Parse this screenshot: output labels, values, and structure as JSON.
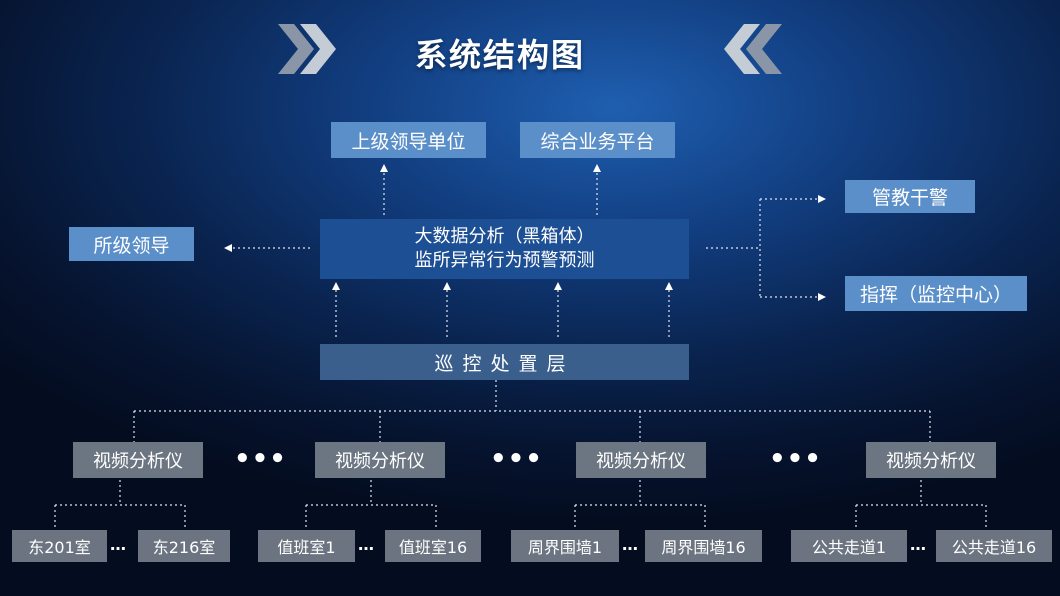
{
  "title": "系统结构图",
  "colors": {
    "bg_center": "#1f5fb0",
    "bg_edge": "#040c1f",
    "top_box": "#5b8fc9",
    "core_box": "#1d4f94",
    "layer_box": "#3b5f8c",
    "device_box": "#6c7682",
    "leaf_box": "#6b7480"
  },
  "top": {
    "superior": "上级领导单位",
    "business": "综合业务平台"
  },
  "left": {
    "leader": "所级领导"
  },
  "right": {
    "police": "管教干警",
    "command": "指挥（监控中心）"
  },
  "core": {
    "line1": "大数据分析（黑箱体）",
    "line2": "监所异常行为预警预测"
  },
  "layer": {
    "label": "巡控处置层"
  },
  "devices": {
    "label": "视频分析仪",
    "separator": "•••"
  },
  "leaves": {
    "separator": "…",
    "groups": [
      [
        "东201室",
        "东216室"
      ],
      [
        "值班室1",
        "值班室16"
      ],
      [
        "周界围墙1",
        "周界围墙16"
      ],
      [
        "公共走道1",
        "公共走道16"
      ]
    ]
  }
}
